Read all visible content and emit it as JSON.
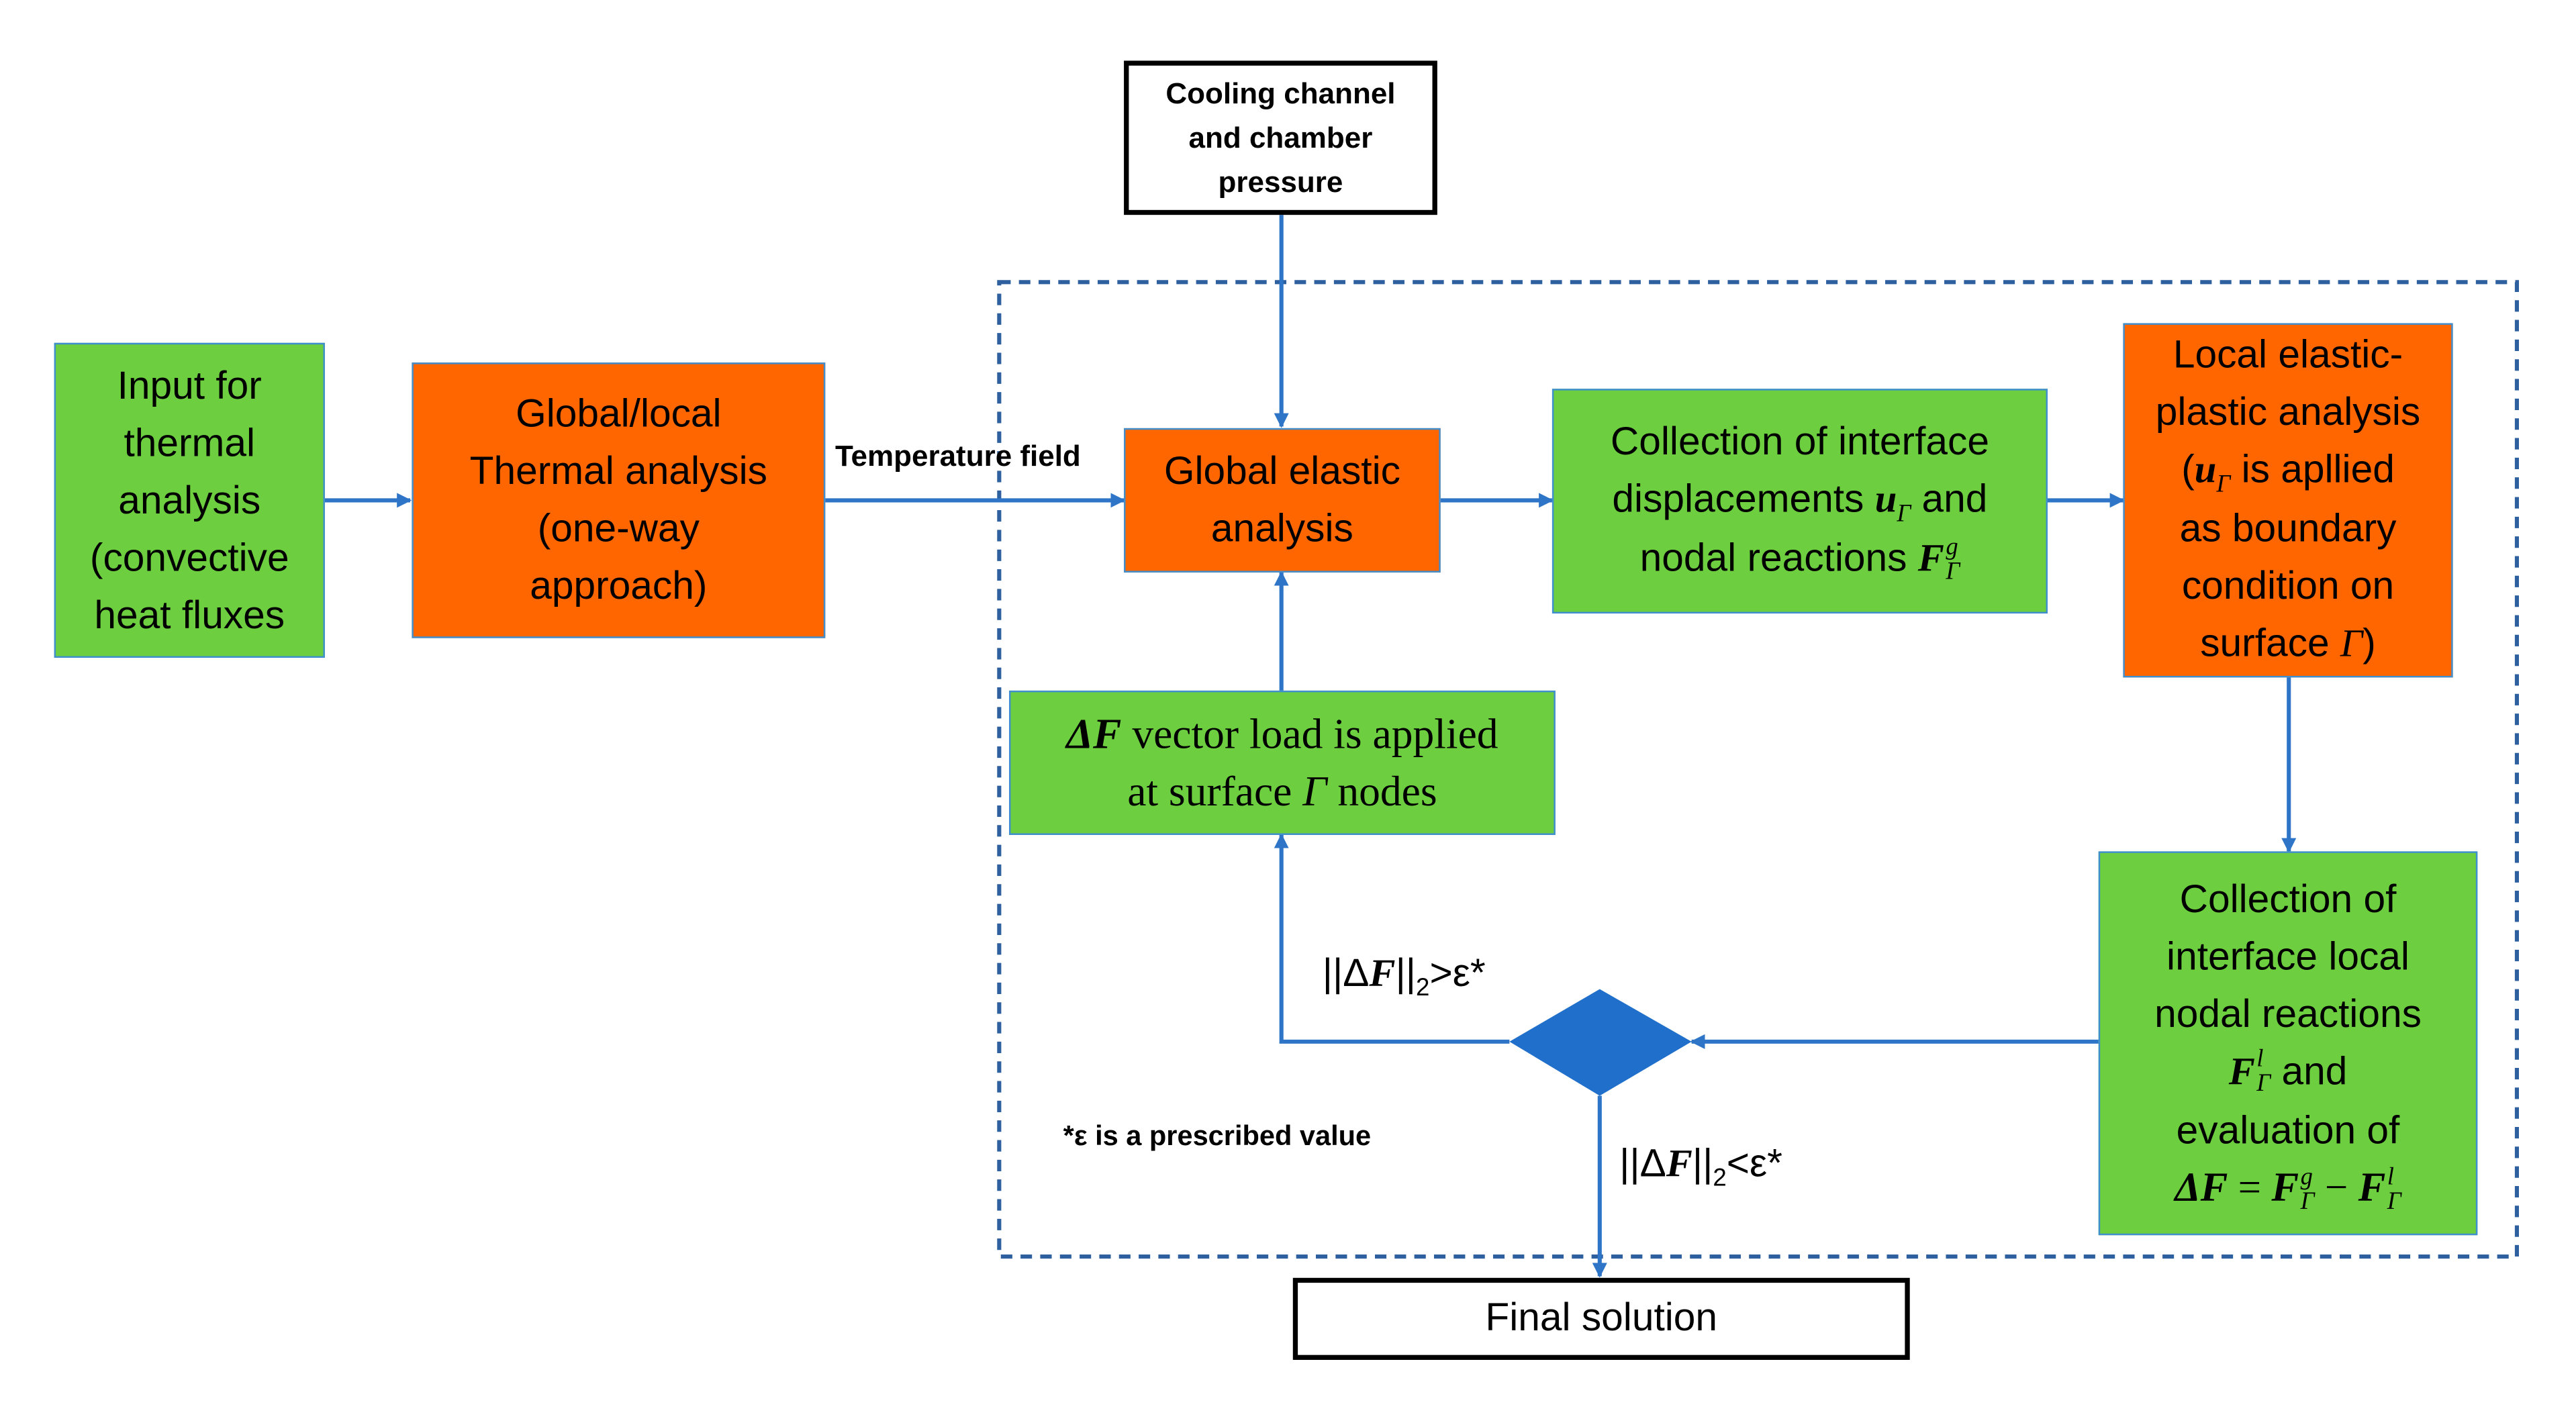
{
  "colors": {
    "green": "#6dcf3f",
    "orange": "#ff6600",
    "arrow": "#2e75c8",
    "diamond": "#1f6fcb",
    "dashed": "#2e5f9e"
  },
  "nodes": {
    "input": [
      "Input for",
      "thermal",
      "analysis",
      "(convective",
      "heat fluxes"
    ],
    "thermal": [
      "Global/local",
      "Thermal analysis",
      "(one-way",
      "approach)"
    ],
    "cooling": [
      "Cooling channel",
      "and chamber",
      "pressure"
    ],
    "global_elastic": [
      "Global elastic",
      "analysis"
    ],
    "collection": {
      "line1": "Collection of interface",
      "line2": "displacements",
      "u": "u",
      "line2b": "and",
      "line3": "nodal reactions",
      "F": "F",
      "sup_g": "g"
    },
    "local": {
      "line1": "Local elastic-",
      "line2": "plastic analysis",
      "u": "u",
      "line3": "is apllied",
      "line4": "as boundary",
      "line5": "condition on",
      "line6": "surface",
      "close": ")"
    },
    "delta_load": {
      "delta": "Δ",
      "F": "F",
      "line1": "vector load is applied",
      "line2a": "at surface",
      "line2b": "nodes"
    },
    "local_reactions": {
      "line1": "Collection of",
      "line2": "interface local",
      "line3": "nodal reactions",
      "F": "F",
      "sup_l": "l",
      "and": "and",
      "line5": "evaluation of",
      "eq_delta": "ΔF",
      "eq_equals": " = ",
      "minus": " − "
    },
    "final": "Final solution",
    "gamma": "Γ"
  },
  "labels": {
    "temperature_field": "Temperature field",
    "cond_gt_pre": "||Δ",
    "cond_F": "F",
    "cond_gt_post": "||",
    "cond_sub": "2",
    "cond_gt_tail": ">ε*",
    "cond_lt_tail": "<ε*",
    "footnote": "*ε is a prescribed value"
  }
}
